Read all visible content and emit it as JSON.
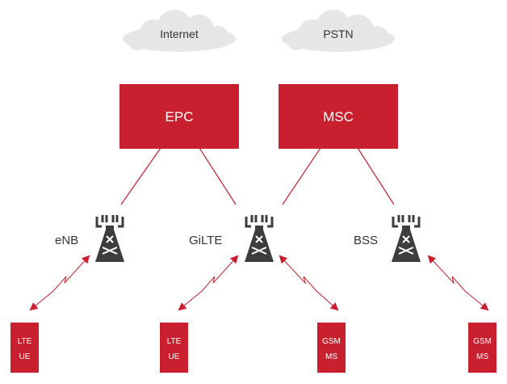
{
  "colors": {
    "accent_red": "#c8202f",
    "cloud_fill": "#e6e6e6",
    "tower_dark": "#3d3d3d",
    "text_dark": "#333333"
  },
  "clouds": {
    "internet": {
      "label": "Internet"
    },
    "pstn": {
      "label": "PSTN"
    }
  },
  "core": {
    "epc": {
      "label": "EPC"
    },
    "msc": {
      "label": "MSC"
    }
  },
  "stations": {
    "enb": {
      "label": "eNB",
      "icon": "cell-tower-icon"
    },
    "gilte": {
      "label": "GiLTE",
      "icon": "cell-tower-icon"
    },
    "bss": {
      "label": "BSS",
      "icon": "cell-tower-icon"
    }
  },
  "devices": [
    {
      "line1": "LTE",
      "line2": "UE"
    },
    {
      "line1": "LTE",
      "line2": "UE"
    },
    {
      "line1": "GSM",
      "line2": "MS"
    },
    {
      "line1": "GSM",
      "line2": "MS"
    }
  ]
}
